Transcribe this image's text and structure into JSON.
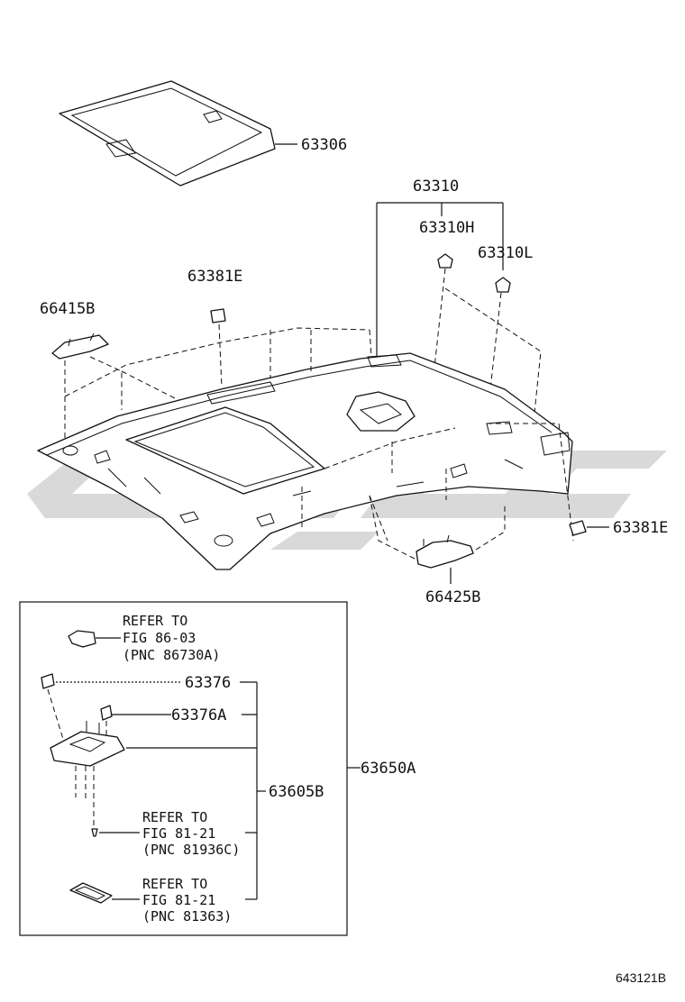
{
  "labels": {
    "p63306": "63306",
    "p63310": "63310",
    "p63310H": "63310H",
    "p63310L": "63310L",
    "p63381E_top": "63381E",
    "p66415B": "66415B",
    "p63381E_right": "63381E",
    "p66425B": "66425B",
    "p63376": "63376",
    "p63376A": "63376A",
    "p63605B": "63605B",
    "p63650A": "63650A"
  },
  "refs": {
    "ref1": {
      "line1": "REFER TO",
      "line2": "FIG 86-03",
      "line3": "(PNC 86730A)"
    },
    "ref2": {
      "line1": "REFER TO",
      "line2": "FIG 81-21",
      "line3": "(PNC 81936C)"
    },
    "ref3": {
      "line1": "REFER TO",
      "line2": "FIG 81-21",
      "line3": "(PNC 81363)"
    }
  },
  "figure_id": "643121B"
}
